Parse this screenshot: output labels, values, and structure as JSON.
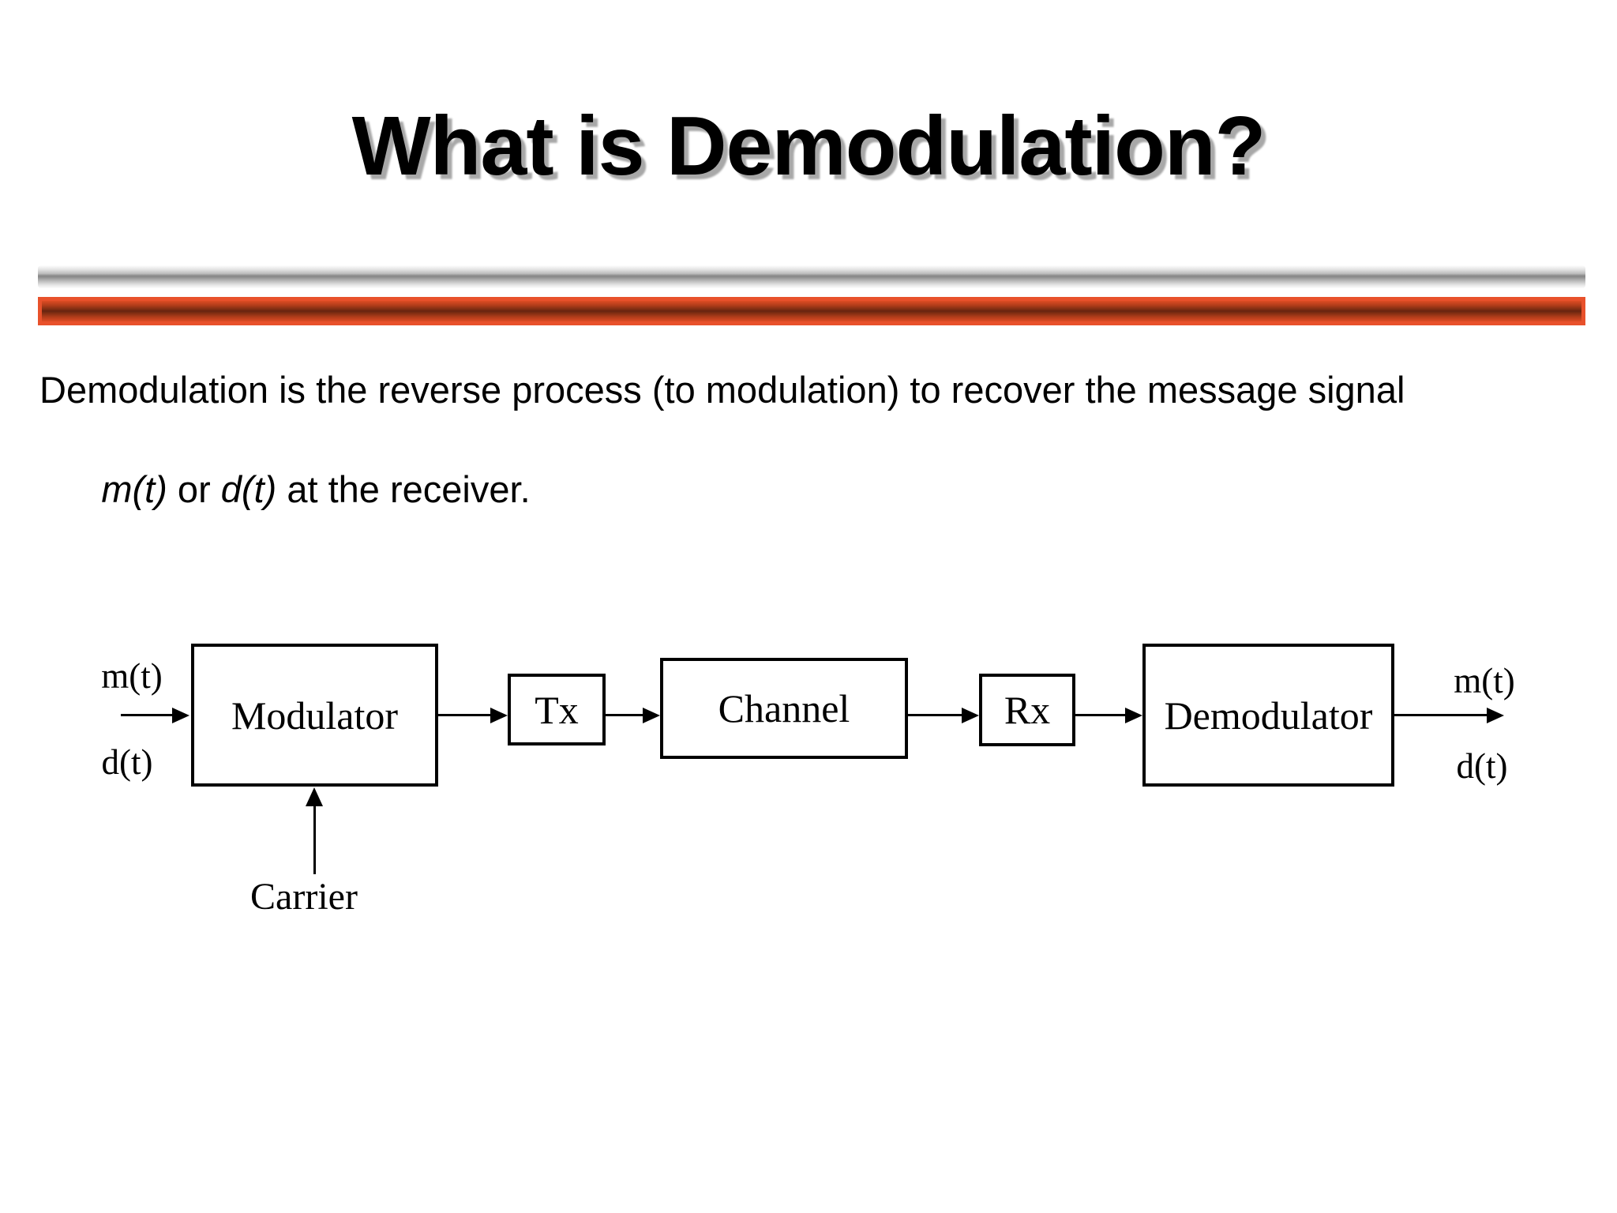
{
  "title": "What is Demodulation?",
  "body": {
    "line1": "Demodulation is the reverse process (to modulation) to recover the message signal",
    "line2_segments": [
      {
        "text": "m(t)",
        "italic": true
      },
      {
        "text": " or ",
        "italic": false
      },
      {
        "text": "d(t)",
        "italic": true
      },
      {
        "text": " at the receiver.",
        "italic": false
      }
    ]
  },
  "diagram": {
    "blocks": [
      {
        "id": "modulator",
        "label": "Modulator"
      },
      {
        "id": "tx",
        "label": "Tx"
      },
      {
        "id": "channel",
        "label": "Channel"
      },
      {
        "id": "rx",
        "label": "Rx"
      },
      {
        "id": "demodulator",
        "label": "Demodulator"
      }
    ],
    "input_top": "m(t)",
    "input_bottom": "d(t)",
    "output_top": "m(t)",
    "output_bottom": "d(t)",
    "carrier_label": "Carrier"
  },
  "colors": {
    "background": "#ffffff",
    "text": "#000000",
    "title_shadow": "#a8a8a8",
    "silver_bar_mid": "#878787",
    "orange_bright": "#e8512b",
    "orange_dark": "#672310",
    "diagram_line": "#000000"
  }
}
